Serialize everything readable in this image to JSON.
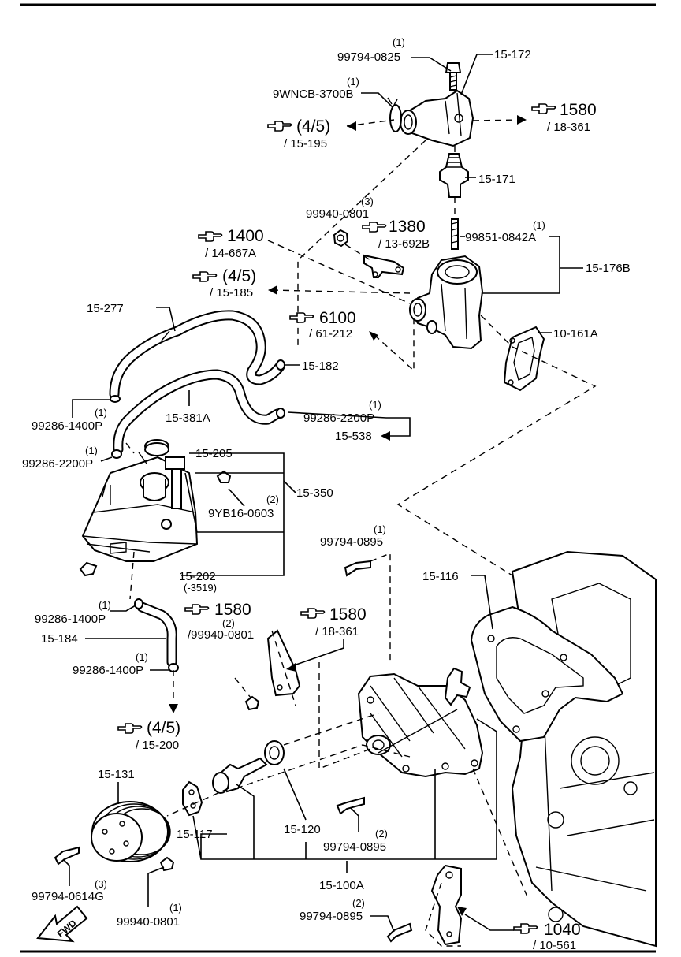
{
  "callouts": {
    "top_bolt": {
      "qty": "(1)",
      "part": "99794-0825"
    },
    "clamp_top": {
      "qty": "(1)",
      "part": "9WNCB-3700B"
    },
    "housing": {
      "part": "15-172"
    },
    "thermostat": {
      "part": "15-171"
    },
    "ref_1580_top": {
      "num": "1580",
      "sub": "/ 18-361"
    },
    "ref_45_top": {
      "num": "(4/5)",
      "sub": "/ 15-195"
    },
    "nut_3": {
      "qty": "(3)",
      "part": "99940-0801"
    },
    "ref_1380": {
      "num": "1380",
      "sub": "/ 13-692B"
    },
    "stud": {
      "qty": "(1)",
      "part": "99851-0842A"
    },
    "outlet_assy": {
      "part": "15-176B"
    },
    "ref_1400": {
      "num": "1400",
      "sub": "/ 14-667A"
    },
    "ref_45_mid": {
      "num": "(4/5)",
      "sub": "/ 15-185"
    },
    "hose_upper": {
      "part": "15-277"
    },
    "ref_6100": {
      "num": "6100",
      "sub": "/ 61-212"
    },
    "gasket_outlet": {
      "part": "10-161A"
    },
    "clamp_182": {
      "part": "15-182"
    },
    "clamp_1400p_a": {
      "qty": "(1)",
      "part": "99286-1400P"
    },
    "hose_381a": {
      "part": "15-381A"
    },
    "clamp_2200p_r": {
      "qty": "(1)",
      "part": "99286-2200P"
    },
    "hose_538": {
      "part": "15-538"
    },
    "clamp_2200p_l": {
      "qty": "(1)",
      "part": "99286-2200P"
    },
    "cap": {
      "part": "15-205"
    },
    "tank_assy": {
      "part": "15-350"
    },
    "bolt_tank": {
      "qty": "(2)",
      "part": "9YB16-0603"
    },
    "bolt_0895_a": {
      "qty": "(1)",
      "part": "99794-0895"
    },
    "tank": {
      "part": "15-202",
      "note": "(-3519)"
    },
    "gasket_pump": {
      "part": "15-116"
    },
    "ref_1580_nut": {
      "num": "1580",
      "qty": "(2)",
      "sub": "/99940-0801"
    },
    "ref_1580_mid": {
      "num": "1580",
      "sub": "/ 18-361"
    },
    "clamp_1400p_b": {
      "qty": "(1)",
      "part": "99286-1400P"
    },
    "hose_184": {
      "part": "15-184"
    },
    "clamp_1400p_c": {
      "qty": "(1)",
      "part": "99286-1400P"
    },
    "ref_45_low": {
      "num": "(4/5)",
      "sub": "/ 15-200"
    },
    "pulley": {
      "part": "15-131"
    },
    "plate": {
      "part": "15-117"
    },
    "seal": {
      "part": "15-120"
    },
    "bolt_0895_b": {
      "qty": "(2)",
      "part": "99794-0895"
    },
    "bolt_0614g": {
      "qty": "(3)",
      "part": "99794-0614G"
    },
    "pump_assy": {
      "part": "15-100A"
    },
    "nut_pulley": {
      "qty": "(1)",
      "part": "99940-0801"
    },
    "bolt_0895_c": {
      "qty": "(2)",
      "part": "99794-0895"
    },
    "ref_1040": {
      "num": "1040",
      "sub": "/ 10-561"
    },
    "fwd": {
      "text": "FWD"
    }
  },
  "icons": {
    "reference": "pointing-hand-icon",
    "direction": "fwd-arrow-icon"
  }
}
